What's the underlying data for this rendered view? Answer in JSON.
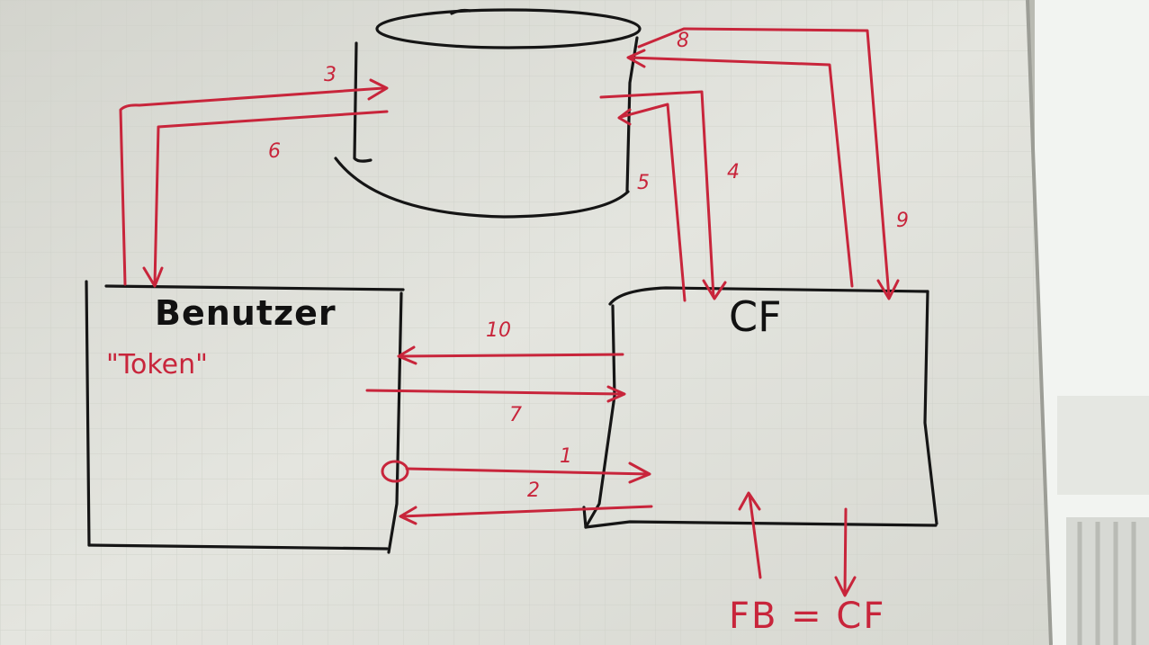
{
  "colors": {
    "board": "#e3e4de",
    "board_shadow": "#c4c5bd",
    "grid": "#cfd1c9",
    "ink_black": "#151515",
    "ink_red": "#c8253b",
    "window_light": "#f2f4f1",
    "radiator": "#d7d9d4"
  },
  "nodes": {
    "database": {
      "shape": "cylinder",
      "label": ""
    },
    "benutzer": {
      "label": "Benutzer",
      "sublabel": "\"Token\""
    },
    "cf": {
      "label": "CF"
    },
    "fb": {
      "label": "FB = CF"
    }
  },
  "arrows": [
    {
      "step": "1",
      "from": "benutzer",
      "to": "cf"
    },
    {
      "step": "2",
      "from": "cf",
      "to": "benutzer"
    },
    {
      "step": "3",
      "from": "benutzer",
      "to": "database"
    },
    {
      "step": "4",
      "from": "database",
      "to": "cf"
    },
    {
      "step": "5",
      "from": "cf",
      "to": "database"
    },
    {
      "step": "6",
      "from": "database",
      "to": "benutzer"
    },
    {
      "step": "7",
      "from": "benutzer",
      "to": "cf"
    },
    {
      "step": "8",
      "from": "cf",
      "to": "database"
    },
    {
      "step": "9",
      "from": "database",
      "to": "cf"
    },
    {
      "step": "10",
      "from": "cf",
      "to": "benutzer"
    }
  ]
}
